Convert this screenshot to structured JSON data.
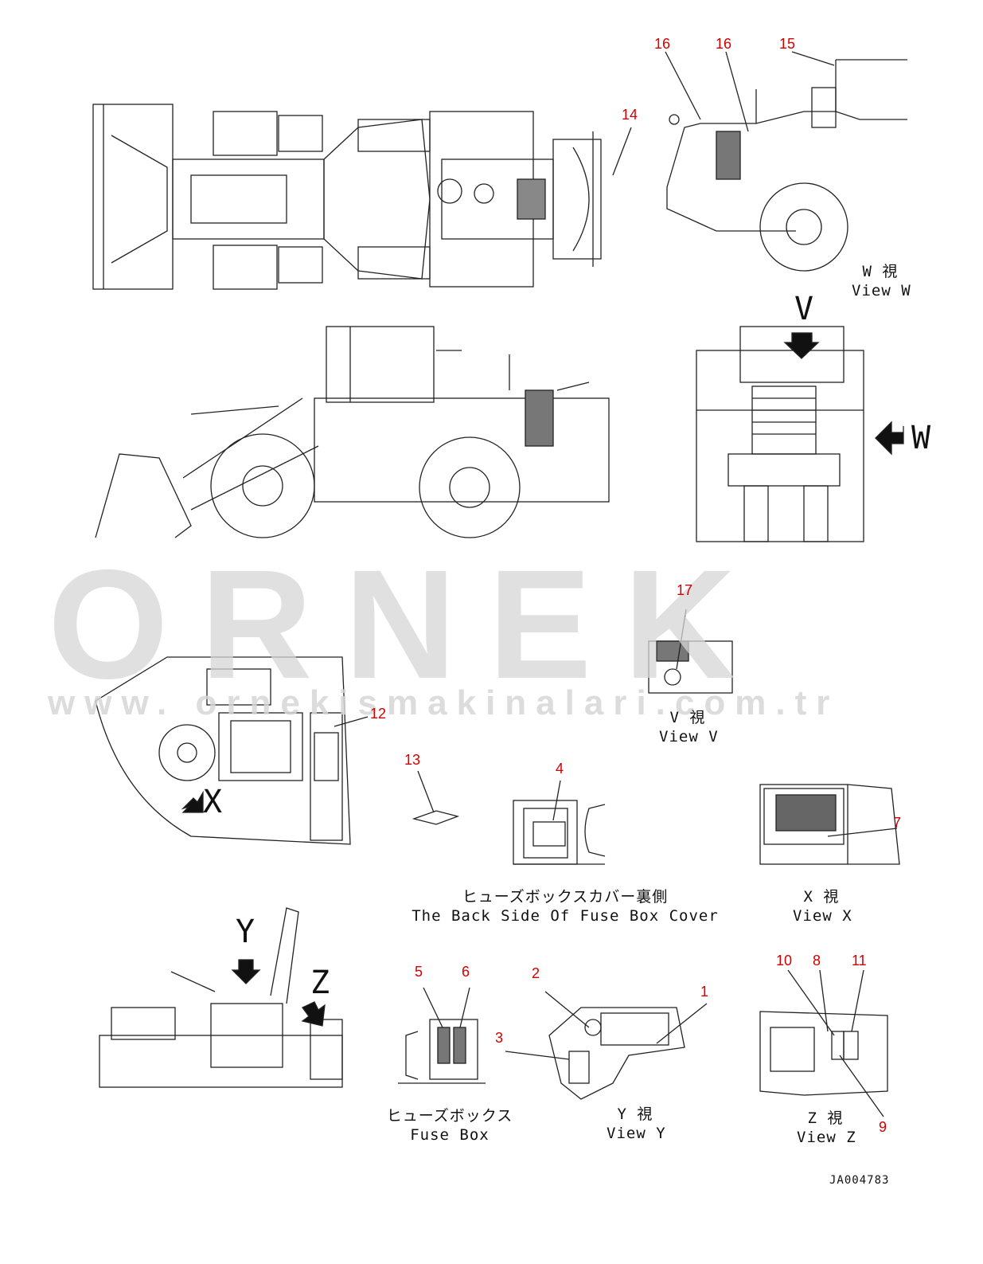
{
  "watermark": {
    "brand": "ORNEK",
    "url": "www.  ornekismakinalari.com.tr"
  },
  "callouts": [
    "16",
    "16",
    "15",
    "14",
    "17",
    "12",
    "13",
    "4",
    "7",
    "5",
    "6",
    "2",
    "1",
    "3",
    "10",
    "8",
    "11",
    "9"
  ],
  "views": {
    "w": {
      "jp": "W 視",
      "en": "View W",
      "arrow": "W"
    },
    "v": {
      "jp": "V 視",
      "en": "View V",
      "arrow": "V"
    },
    "x": {
      "jp": "X 視",
      "en": "View X",
      "arrow": "X"
    },
    "y": {
      "jp": "Y 視",
      "en": "View Y",
      "arrow": "Y"
    },
    "z": {
      "jp": "Z 視",
      "en": "View Z",
      "arrow": "Z"
    }
  },
  "fuse_cover": {
    "jp": "ヒューズボックスカバー裏側",
    "en": "The Back Side Of Fuse Box Cover"
  },
  "fuse_box": {
    "jp": "ヒューズボックス",
    "en": "Fuse Box"
  },
  "drawing_code": "JA004783"
}
